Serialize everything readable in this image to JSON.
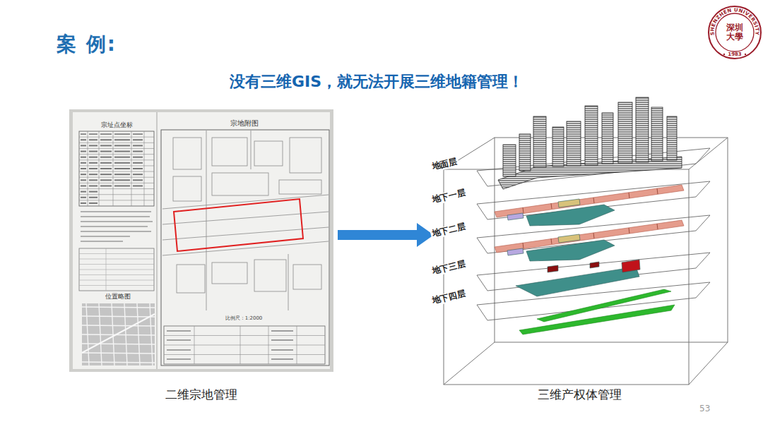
{
  "diagram": {
    "title": "案 例:",
    "nodes": [
      {
        "text": [
          "二维宗地管理"
        ]
      },
      {
        "text": [
          "三维产权体管理"
        ]
      }
    ],
    "edges": [
      {
        "from": 0,
        "to": 1,
        "arrow": "to"
      }
    ],
    "labels": [
      "没有三维GIS，就无法开展三维地籍管理！",
      "宗址点坐标",
      "宗地附图",
      "位置略图",
      "比例尺：1:2000",
      "地面层",
      "地下一层",
      "地下二层",
      "地下三层",
      "地下四层",
      "SHENZHEN UNIVERSITY",
      "1983",
      "深圳大學",
      "53"
    ]
  }
}
